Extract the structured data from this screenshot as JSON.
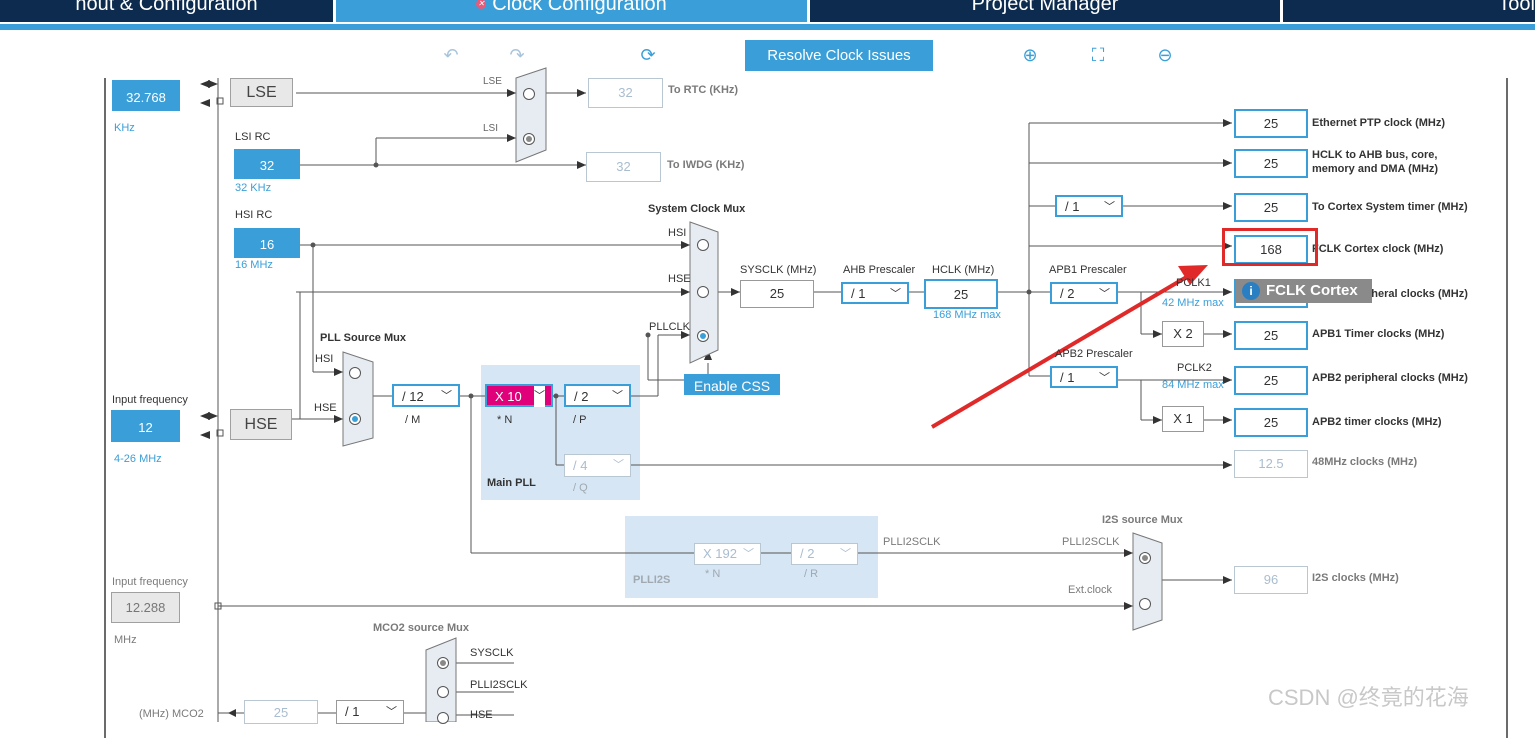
{
  "tabs": [
    {
      "label": "nout & Configuration",
      "active": false
    },
    {
      "label": "Clock Configuration",
      "active": true
    },
    {
      "label": "Project Manager",
      "active": false
    },
    {
      "label": "Tool",
      "active": false
    }
  ],
  "toolbar": {
    "resolve_label": "Resolve Clock Issues"
  },
  "lse": {
    "value": "32.768",
    "unit": "KHz",
    "label": "LSE",
    "mux_lse": "LSE",
    "mux_lsi": "LSI"
  },
  "rtc": {
    "value": "32",
    "label": "To RTC (KHz)"
  },
  "lsi": {
    "title": "LSI RC",
    "value": "32",
    "sub": "32 KHz"
  },
  "iwdg": {
    "value": "32",
    "label": "To IWDG (KHz)"
  },
  "hsi": {
    "title": "HSI RC",
    "value": "16",
    "sub": "16 MHz"
  },
  "sysmux": {
    "title": "System Clock Mux",
    "hsi": "HSI",
    "hse": "HSE",
    "pllclk": "PLLCLK",
    "css": "Enable CSS"
  },
  "sysclk": {
    "label": "SYSCLK (MHz)",
    "value": "25"
  },
  "ahb": {
    "label": "AHB Prescaler",
    "value": "/ 1"
  },
  "hclk": {
    "label": "HCLK (MHz)",
    "value": "25",
    "sub": "168 MHz max"
  },
  "apb1": {
    "label": "APB1 Prescaler",
    "value": "/ 2",
    "pclk": "PCLK1",
    "max": "42 MHz max",
    "timer_mul": "X 2"
  },
  "apb2": {
    "label": "APB2 Prescaler",
    "value": "/ 1",
    "pclk": "PCLK2",
    "max": "84 MHz max",
    "timer_mul": "X 1"
  },
  "cortex_div": "/ 1",
  "outputs": [
    {
      "value": "25",
      "label": "Ethernet PTP clock (MHz)"
    },
    {
      "value": "25",
      "label": "HCLK to AHB bus, core,",
      "label2": "memory and DMA (MHz)"
    },
    {
      "value": "25",
      "label": "To Cortex System timer (MHz)"
    },
    {
      "value": "168",
      "label": "FCLK Cortex clock (MHz)"
    },
    {
      "value": "25",
      "label": "APB1 peripheral clocks (MHz)"
    },
    {
      "value": "25",
      "label": "APB1 Timer clocks (MHz)"
    },
    {
      "value": "25",
      "label": "APB2 peripheral clocks (MHz)"
    },
    {
      "value": "25",
      "label": "APB2 timer clocks (MHz)"
    },
    {
      "value": "12.5",
      "label": "48MHz clocks (MHz)"
    }
  ],
  "tooltip": "FCLK Cortex",
  "pllsrc": {
    "title": "PLL Source Mux",
    "hsi": "HSI",
    "hse": "HSE"
  },
  "hse": {
    "title": "Input frequency",
    "value": "12",
    "sub": "4-26 MHz",
    "label": "HSE"
  },
  "pll": {
    "m": "/ 12",
    "m_l": "/ M",
    "n": "X 10",
    "n_l": "* N",
    "p": "/ 2",
    "p_l": "/ P",
    "q": "/ 4",
    "q_l": "/ Q",
    "title": "Main PLL"
  },
  "plli2s": {
    "n": "X 192",
    "n_l": "* N",
    "r": "/ 2",
    "r_l": "/ R",
    "title": "PLLI2S",
    "out": "PLLI2SCLK"
  },
  "i2s": {
    "title": "I2S source Mux",
    "in1": "PLLI2SCLK",
    "in2": "Ext.clock",
    "value": "96",
    "label": "I2S clocks (MHz)"
  },
  "ext": {
    "title": "Input frequency",
    "value": "12.288",
    "unit": "MHz"
  },
  "mco2": {
    "title": "MCO2 source Mux",
    "s1": "SYSCLK",
    "s2": "PLLI2SCLK",
    "s3": "HSE",
    "label": "(MHz) MCO2",
    "value": "25",
    "div": "/ 1"
  },
  "watermark": "CSDN @终竟的花海",
  "colors": {
    "accent": "#3a9fd8",
    "tab_dark": "#0c2b4e",
    "pll_n_highlight": "#e0007a",
    "annotation_red": "#e02a2a"
  }
}
